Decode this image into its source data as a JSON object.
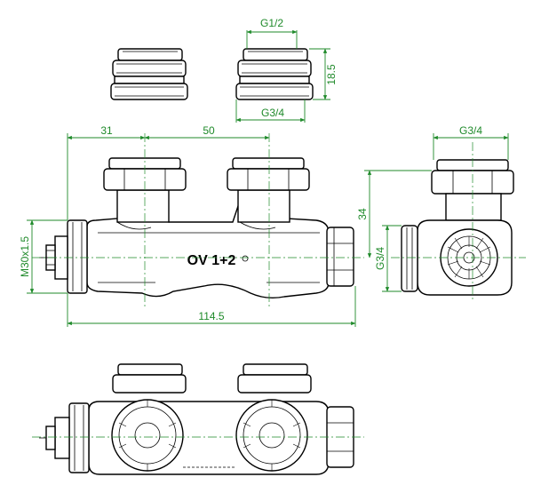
{
  "dimensions": {
    "nut_thread_top": "G1/2",
    "nut_height": "18.5",
    "nut_thread_bottom": "G3/4",
    "left_offset": "31",
    "spacing": "50",
    "side_thread_top": "G3/4",
    "side_height": "34",
    "side_thread_side": "G3/4",
    "inlet_thread": "M30x1.5",
    "total_length": "114.5"
  },
  "body_label": "OV 1+2",
  "colors": {
    "dimension": "#1f8a2a",
    "outline": "#000000"
  }
}
